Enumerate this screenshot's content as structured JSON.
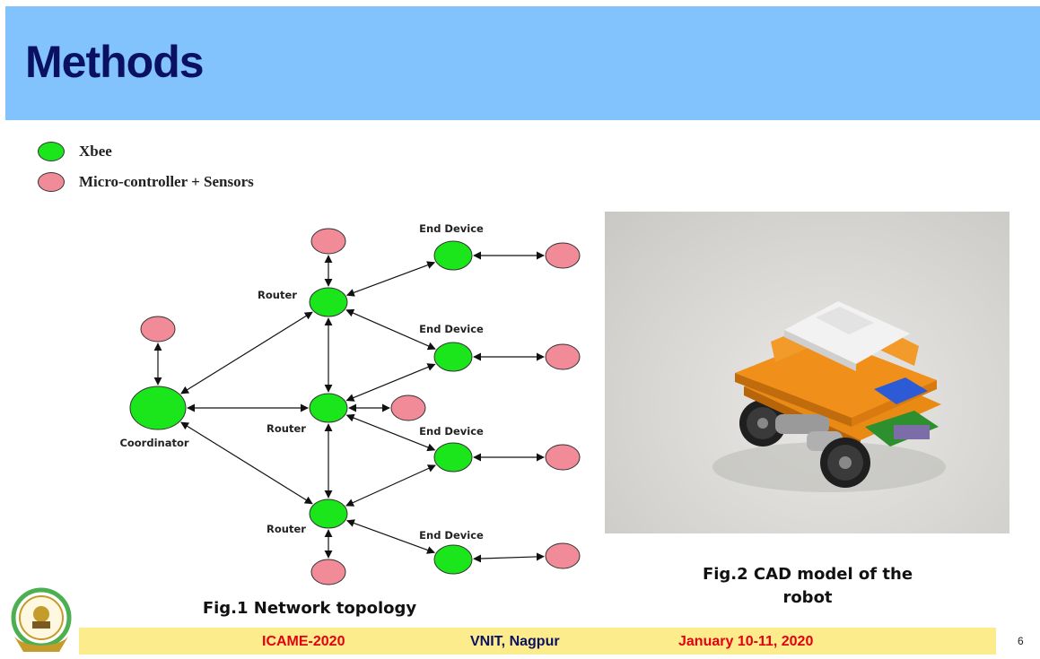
{
  "slide": {
    "title": "Methods",
    "page_number": "6"
  },
  "legend": [
    {
      "label": "Xbee",
      "color": "#1be61b"
    },
    {
      "label": "Micro-controller + Sensors",
      "color": "#f28b98"
    }
  ],
  "network": {
    "labels": {
      "coordinator": "Coordinator",
      "router": "Router",
      "end_device": "End Device"
    },
    "colors": {
      "xbee": "#1be61b",
      "sensor": "#f28b98",
      "edge": "#111111"
    }
  },
  "captions": {
    "fig1": "Fig.1 Network topology",
    "fig2_line1": "Fig.2 CAD model of the",
    "fig2_line2": "robot"
  },
  "footer": {
    "conference": "ICAME-2020",
    "venue": "VNIT, Nagpur",
    "dates": "January 10-11, 2020",
    "colors": {
      "conference": "#e3000f",
      "venue": "#0a1163",
      "dates": "#e3000f"
    }
  }
}
